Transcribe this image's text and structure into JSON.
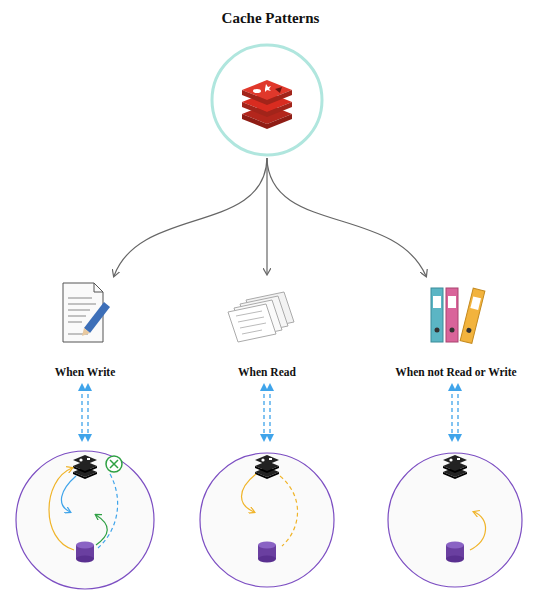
{
  "diagram": {
    "title": "Cache Patterns",
    "nodes": [
      {
        "text": [
          "When Write"
        ]
      },
      {
        "text": [
          "When Read"
        ]
      },
      {
        "text": [
          "When not Read or Write"
        ]
      }
    ]
  }
}
